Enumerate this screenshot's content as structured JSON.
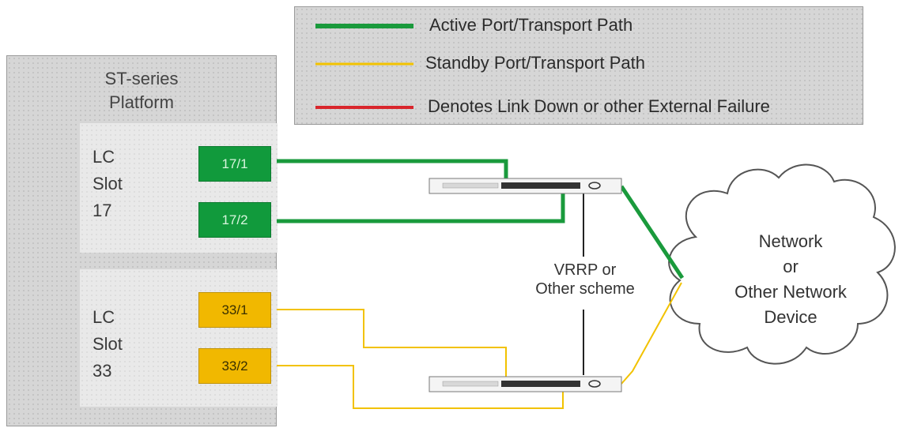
{
  "legend": {
    "items": [
      {
        "label": "Active Port/Transport Path",
        "color": "#1a9a3c"
      },
      {
        "label": "Standby Port/Transport Path",
        "color": "#f2c200"
      },
      {
        "label": "Denotes Link Down or other External Failure",
        "color": "#d9262c"
      }
    ]
  },
  "platform": {
    "title_line1": "ST-series",
    "title_line2": "Platform",
    "line_cards": [
      {
        "lines": [
          "LC",
          "Slot",
          "17"
        ],
        "ports": [
          "17/1",
          "17/2"
        ],
        "state": "active"
      },
      {
        "lines": [
          "LC",
          "Slot",
          "33"
        ],
        "ports": [
          "33/1",
          "33/2"
        ],
        "state": "standby"
      }
    ]
  },
  "redundancy_label": {
    "line1": "VRRP or",
    "line2": "Other scheme"
  },
  "cloud": {
    "lines": [
      "Network",
      "or",
      "Other Network",
      "Device"
    ]
  },
  "colors": {
    "active": "#1a9a3c",
    "standby": "#f2c200",
    "failure": "#d9262c",
    "link": "#222222"
  }
}
